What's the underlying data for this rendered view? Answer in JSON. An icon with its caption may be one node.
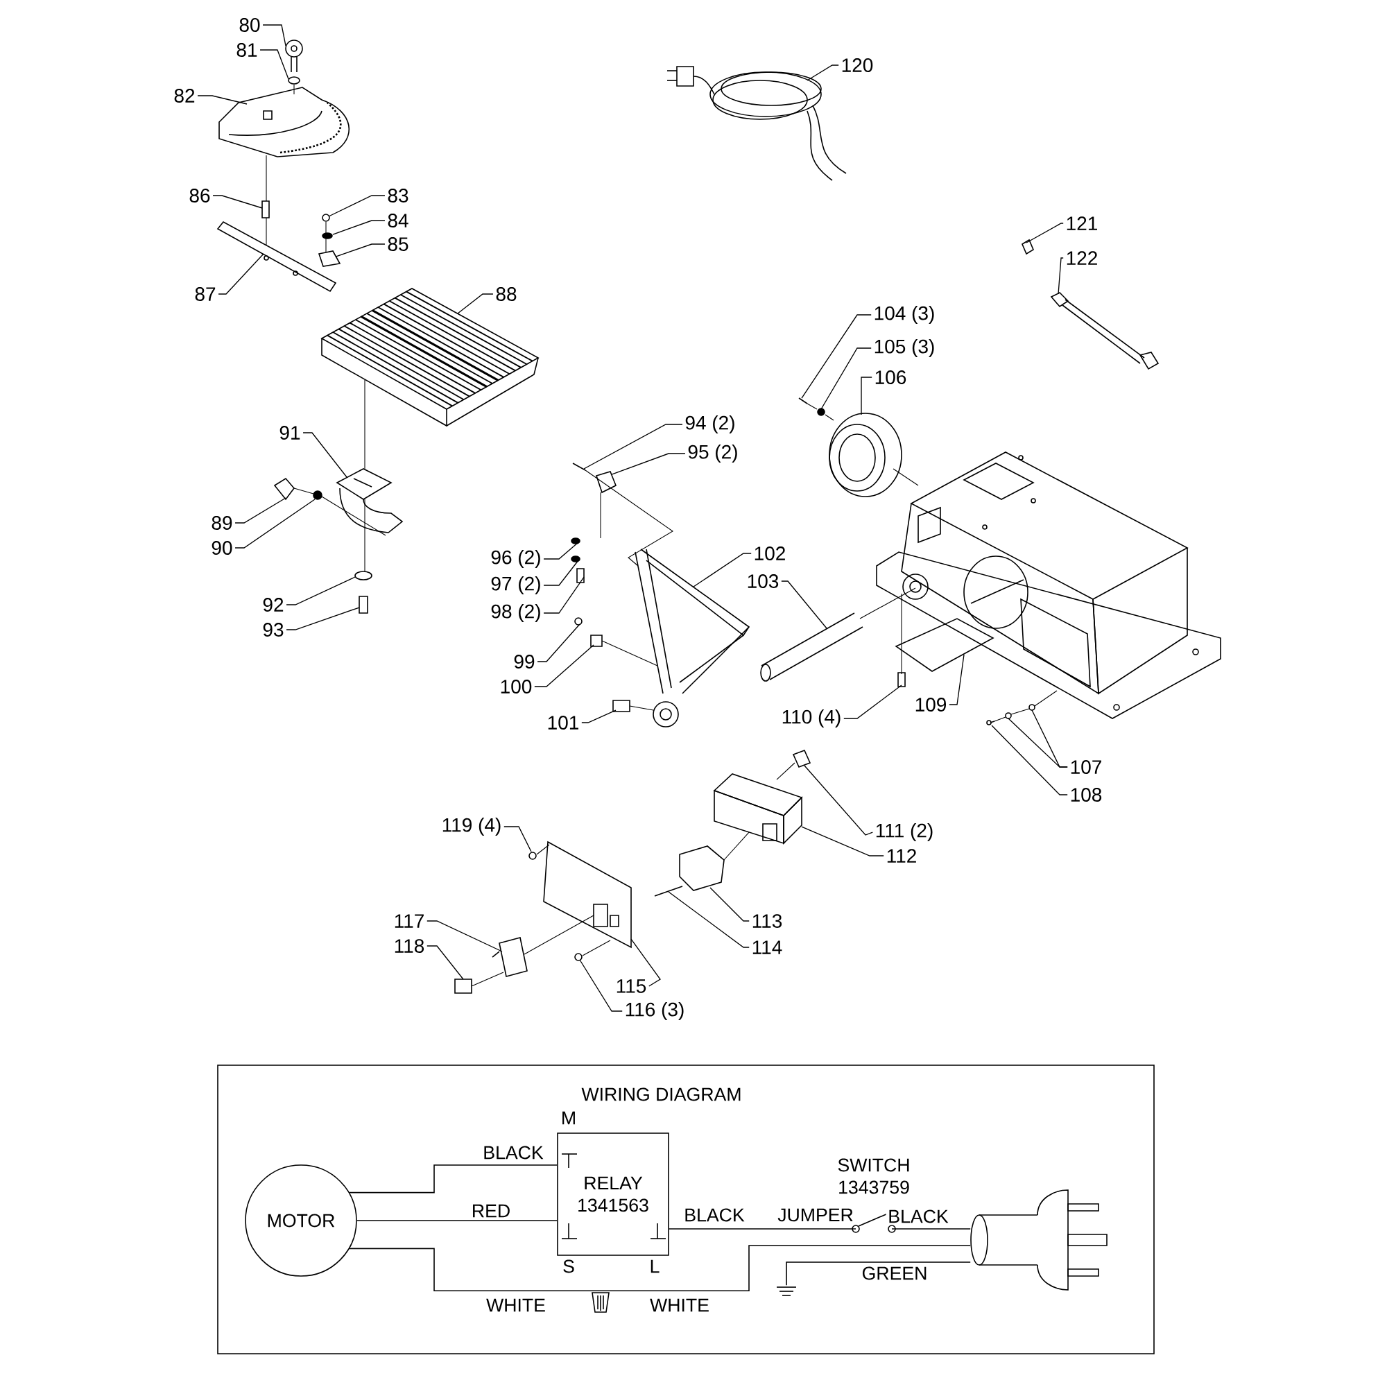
{
  "diagram": {
    "nodes": [
      {
        "text": [
          "80"
        ]
      },
      {
        "text": [
          "81"
        ]
      },
      {
        "text": [
          "82"
        ]
      },
      {
        "text": [
          "83"
        ]
      },
      {
        "text": [
          "84"
        ]
      },
      {
        "text": [
          "85"
        ]
      },
      {
        "text": [
          "86"
        ]
      },
      {
        "text": [
          "87"
        ]
      },
      {
        "text": [
          "88"
        ]
      },
      {
        "text": [
          "91"
        ]
      },
      {
        "text": [
          "89"
        ]
      },
      {
        "text": [
          "90"
        ]
      },
      {
        "text": [
          "92"
        ]
      },
      {
        "text": [
          "93"
        ]
      },
      {
        "text": [
          "94 (2)"
        ]
      },
      {
        "text": [
          "95 (2)"
        ]
      },
      {
        "text": [
          "96 (2)"
        ]
      },
      {
        "text": [
          "97 (2)"
        ]
      },
      {
        "text": [
          "98 (2)"
        ]
      },
      {
        "text": [
          "99"
        ]
      },
      {
        "text": [
          "100"
        ]
      },
      {
        "text": [
          "101"
        ]
      },
      {
        "text": [
          "102"
        ]
      },
      {
        "text": [
          "103"
        ]
      },
      {
        "text": [
          "104 (3)"
        ]
      },
      {
        "text": [
          "105 (3)"
        ]
      },
      {
        "text": [
          "106"
        ]
      },
      {
        "text": [
          "109"
        ]
      },
      {
        "text": [
          "110 (4)"
        ]
      },
      {
        "text": [
          "107"
        ]
      },
      {
        "text": [
          "108"
        ]
      },
      {
        "text": [
          "111 (2)"
        ]
      },
      {
        "text": [
          "112"
        ]
      },
      {
        "text": [
          "113"
        ]
      },
      {
        "text": [
          "114"
        ]
      },
      {
        "text": [
          "115"
        ]
      },
      {
        "text": [
          "116 (3)"
        ]
      },
      {
        "text": [
          "117"
        ]
      },
      {
        "text": [
          "118"
        ]
      },
      {
        "text": [
          "119 (4)"
        ]
      },
      {
        "text": [
          "120"
        ]
      },
      {
        "text": [
          "121"
        ]
      },
      {
        "text": [
          "122"
        ]
      },
      {
        "text": [
          "MOTOR"
        ]
      },
      {
        "text": [
          "RELAY 1341563"
        ],
        "beside": [
          "M",
          "S",
          "L"
        ]
      },
      {
        "text": [
          "SWITCH 1343759"
        ]
      },
      {
        "text": [],
        "shape": "picture"
      },
      {
        "text": [],
        "shape": "ground"
      },
      {
        "text": [],
        "shape": "picture"
      },
      {
        "text": [],
        "shape": "picture"
      },
      {
        "text": [],
        "shape": "circle"
      },
      {
        "text": [],
        "shape": "picture"
      },
      {
        "text": [],
        "shape": "circle"
      },
      {
        "text": [],
        "shape": "circle"
      },
      {
        "text": [],
        "shape": "picture"
      },
      {
        "text": [],
        "shape": "box"
      },
      {
        "text": [],
        "shape": "picture"
      },
      {
        "text": [],
        "shape": "picture"
      },
      {
        "text": [],
        "shape": "picture"
      },
      {
        "text": [],
        "shape": "picture"
      },
      {
        "text": [],
        "shape": "circle"
      },
      {
        "text": [],
        "shape": "circle"
      },
      {
        "text": [],
        "shape": "box"
      },
      {
        "text": [],
        "shape": "picture"
      },
      {
        "text": [],
        "shape": "picture"
      },
      {
        "text": [],
        "shape": "circle"
      },
      {
        "text": [],
        "shape": "circle"
      },
      {
        "text": [],
        "shape": "box"
      },
      {
        "text": [],
        "shape": "circle"
      },
      {
        "text": [],
        "shape": "box"
      },
      {
        "text": [],
        "shape": "box"
      },
      {
        "text": [],
        "shape": "picture"
      },
      {
        "text": [],
        "shape": "picture"
      },
      {
        "text": [],
        "shape": "picture"
      },
      {
        "text": [],
        "shape": "circle"
      },
      {
        "text": [],
        "shape": "picture"
      },
      {
        "text": [],
        "shape": "picture"
      },
      {
        "text": [],
        "shape": "box"
      },
      {
        "text": [],
        "shape": "circle"
      },
      {
        "text": [],
        "shape": "circle"
      },
      {
        "text": [],
        "shape": "picture"
      },
      {
        "text": [],
        "shape": "picture"
      },
      {
        "text": [],
        "shape": "picture"
      },
      {
        "text": [],
        "shape": "picture"
      },
      {
        "text": [],
        "shape": "picture"
      },
      {
        "text": [],
        "shape": "picture"
      },
      {
        "text": [],
        "shape": "circle"
      },
      {
        "text": [],
        "shape": "picture"
      },
      {
        "text": [],
        "shape": "box"
      },
      {
        "text": [],
        "shape": "circle"
      },
      {
        "text": [],
        "shape": "picture"
      },
      {
        "text": [],
        "shape": "picture"
      },
      {
        "text": [],
        "shape": "picture"
      },
      {
        "text": [],
        "shape": "picture"
      }
    ],
    "edges": [
      {
        "from": 0,
        "to": 49,
        "arrow": "none"
      },
      {
        "from": 1,
        "to": 50,
        "arrow": "none"
      },
      {
        "from": 2,
        "to": 51,
        "arrow": "none"
      },
      {
        "from": 3,
        "to": 52,
        "arrow": "none"
      },
      {
        "from": 4,
        "to": 53,
        "arrow": "none"
      },
      {
        "from": 5,
        "to": 54,
        "arrow": "none"
      },
      {
        "from": 6,
        "to": 55,
        "arrow": "none"
      },
      {
        "from": 7,
        "to": 56,
        "arrow": "none"
      },
      {
        "from": 8,
        "to": 57,
        "arrow": "none"
      },
      {
        "from": 9,
        "to": 58,
        "arrow": "none"
      },
      {
        "from": 10,
        "to": 59,
        "arrow": "none"
      },
      {
        "from": 11,
        "to": 60,
        "arrow": "none"
      },
      {
        "from": 12,
        "to": 61,
        "arrow": "none"
      },
      {
        "from": 13,
        "to": 62,
        "arrow": "none"
      },
      {
        "from": 14,
        "to": 63,
        "arrow": "none"
      },
      {
        "from": 15,
        "to": 64,
        "arrow": "none"
      },
      {
        "from": 16,
        "to": 65,
        "arrow": "none"
      },
      {
        "from": 17,
        "to": 66,
        "arrow": "none"
      },
      {
        "from": 18,
        "to": 67,
        "arrow": "none"
      },
      {
        "from": 19,
        "to": 68,
        "arrow": "none"
      },
      {
        "from": 20,
        "to": 69,
        "arrow": "none"
      },
      {
        "from": 21,
        "to": 70,
        "arrow": "none"
      },
      {
        "from": 22,
        "to": 71,
        "arrow": "none"
      },
      {
        "from": 23,
        "to": 72,
        "arrow": "none"
      },
      {
        "from": 24,
        "to": 73,
        "arrow": "none"
      },
      {
        "from": 25,
        "to": 74,
        "arrow": "none"
      },
      {
        "from": 26,
        "to": 75,
        "arrow": "none"
      },
      {
        "from": 27,
        "to": 76,
        "arrow": "none"
      },
      {
        "from": 28,
        "to": 77,
        "arrow": "none"
      },
      {
        "from": 29,
        "to": 78,
        "arrow": "none"
      },
      {
        "from": 29,
        "to": 79,
        "arrow": "none"
      },
      {
        "from": 30,
        "to": 80,
        "arrow": "none"
      },
      {
        "from": 31,
        "to": 81,
        "arrow": "none"
      },
      {
        "from": 32,
        "to": 82,
        "arrow": "none"
      },
      {
        "from": 33,
        "to": 83,
        "arrow": "none"
      },
      {
        "from": 34,
        "to": 84,
        "arrow": "none"
      },
      {
        "from": 35,
        "to": 85,
        "arrow": "none"
      },
      {
        "from": 36,
        "to": 86,
        "arrow": "none"
      },
      {
        "from": 37,
        "to": 87,
        "arrow": "none"
      },
      {
        "from": 38,
        "to": 88,
        "arrow": "none"
      },
      {
        "from": 39,
        "to": 89,
        "arrow": "none"
      },
      {
        "from": 40,
        "to": 90,
        "arrow": "none"
      },
      {
        "from": 41,
        "to": 91,
        "arrow": "none"
      },
      {
        "from": 42,
        "to": 92,
        "arrow": "none"
      },
      {
        "from": 43,
        "to": 44,
        "arrow": "none",
        "label": "BLACK"
      },
      {
        "from": 43,
        "to": 44,
        "arrow": "none",
        "label": "RED"
      },
      {
        "from": 43,
        "to": 46,
        "arrow": "none",
        "label": "WHITE"
      },
      {
        "from": 46,
        "to": 48,
        "arrow": "none",
        "label": "WHITE"
      },
      {
        "from": 44,
        "to": 45,
        "arrow": "none",
        "label": "BLACK"
      },
      {
        "from": 45,
        "to": 48,
        "arrow": "none",
        "label": "BLACK"
      },
      {
        "from": 47,
        "to": 48,
        "arrow": "none",
        "label": "GREEN"
      },
      {
        "from": 50,
        "to": 51,
        "arrow": "none"
      },
      {
        "from": 51,
        "to": 55,
        "arrow": "none"
      },
      {
        "from": 55,
        "to": 56,
        "arrow": "none"
      },
      {
        "from": 52,
        "to": 53,
        "arrow": "none"
      },
      {
        "from": 53,
        "to": 54,
        "arrow": "none"
      },
      {
        "from": 57,
        "to": 58,
        "arrow": "none"
      },
      {
        "from": 58,
        "to": 61,
        "arrow": "none"
      },
      {
        "from": 59,
        "to": 60,
        "arrow": "none"
      },
      {
        "from": 60,
        "to": 58,
        "arrow": "none"
      },
      {
        "from": 63,
        "to": 71,
        "arrow": "none"
      },
      {
        "from": 64,
        "to": 65,
        "arrow": "none"
      },
      {
        "from": 69,
        "to": 71,
        "arrow": "none"
      },
      {
        "from": 70,
        "to": 71,
        "arrow": "none"
      },
      {
        "from": 72,
        "to": 93,
        "arrow": "none"
      },
      {
        "from": 77,
        "to": 93,
        "arrow": "none"
      },
      {
        "from": 73,
        "to": 74,
        "arrow": "none"
      },
      {
        "from": 74,
        "to": 75,
        "arrow": "none"
      },
      {
        "from": 75,
        "to": 93,
        "arrow": "none"
      },
      {
        "from": 80,
        "to": 78,
        "arrow": "none"
      },
      {
        "from": 78,
        "to": 79,
        "arrow": "none"
      },
      {
        "from": 79,
        "to": 93,
        "arrow": "none"
      },
      {
        "from": 82,
        "to": 81,
        "arrow": "none"
      },
      {
        "from": 83,
        "to": 82,
        "arrow": "none"
      },
      {
        "from": 89,
        "to": 85,
        "arrow": "none"
      },
      {
        "from": 86,
        "to": 85,
        "arrow": "none"
      },
      {
        "from": 88,
        "to": 87,
        "arrow": "none"
      },
      {
        "from": 87,
        "to": 85,
        "arrow": "none"
      }
    ],
    "labels": [
      "WIRING DIAGRAM",
      "JUMPER"
    ]
  }
}
